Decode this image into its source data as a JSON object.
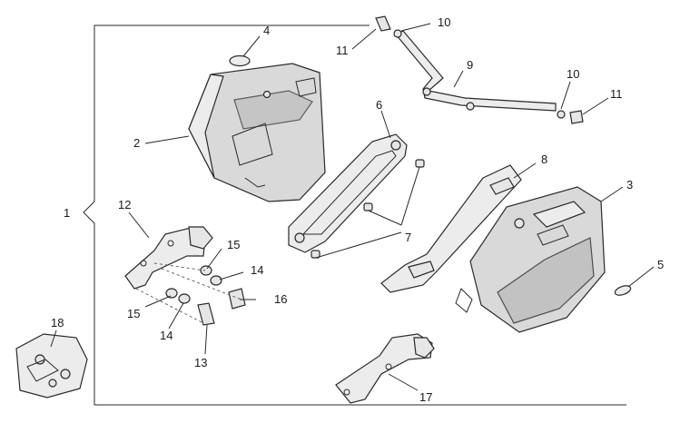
{
  "callouts": {
    "c1": "1",
    "c2": "2",
    "c3": "3",
    "c4": "4",
    "c5": "5",
    "c6": "6",
    "c7": "7",
    "c8": "8",
    "c9": "9",
    "c10a": "10",
    "c10b": "10",
    "c11a": "11",
    "c11b": "11",
    "c12": "12",
    "c13": "13",
    "c14a": "14",
    "c14b": "14",
    "c15a": "15",
    "c15b": "15",
    "c16": "16",
    "c17": "17",
    "c18": "18"
  },
  "colors": {
    "line": "#2a2a2a",
    "case_body": "#d9d9d9",
    "case_dark": "#bdbdbd",
    "background": "#ffffff"
  }
}
